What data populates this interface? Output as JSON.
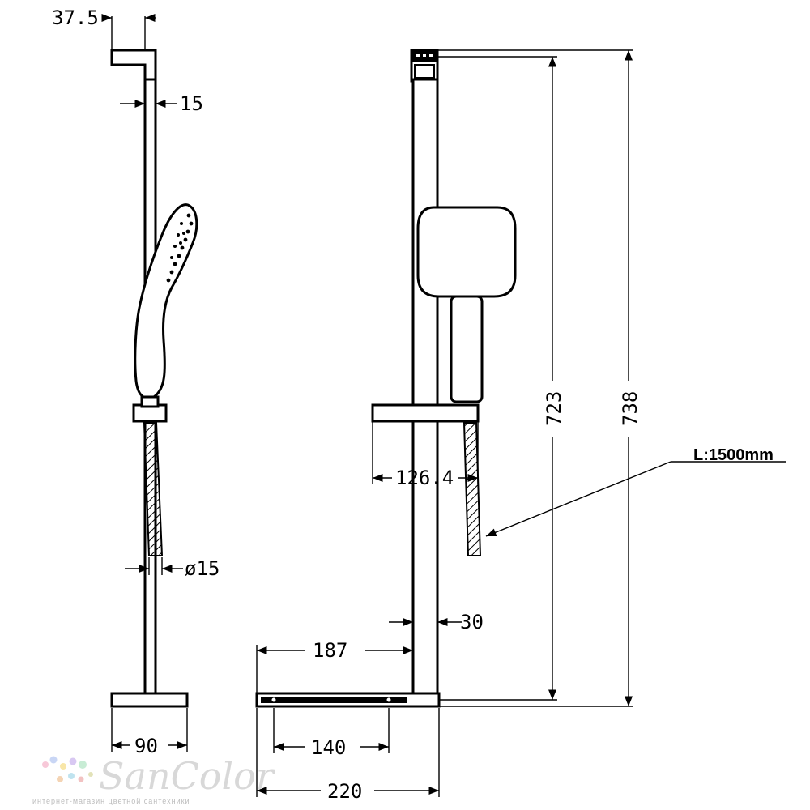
{
  "dimensions": {
    "side_offset": "37.5",
    "side_bar_width": "15",
    "hose_diameter": "ø15",
    "side_base_depth": "90",
    "front_total_height": "738",
    "front_inner_height": "723",
    "slider_offset": "126.4",
    "front_bar_width": "30",
    "soap_dish_offset": "187",
    "soap_dish_inner": "140",
    "soap_dish_total": "220"
  },
  "callout": {
    "hose_length": "L:1500mm"
  },
  "watermark": {
    "brand": "SanColor",
    "tagline": "интернет-магазин цветной сантехники"
  }
}
